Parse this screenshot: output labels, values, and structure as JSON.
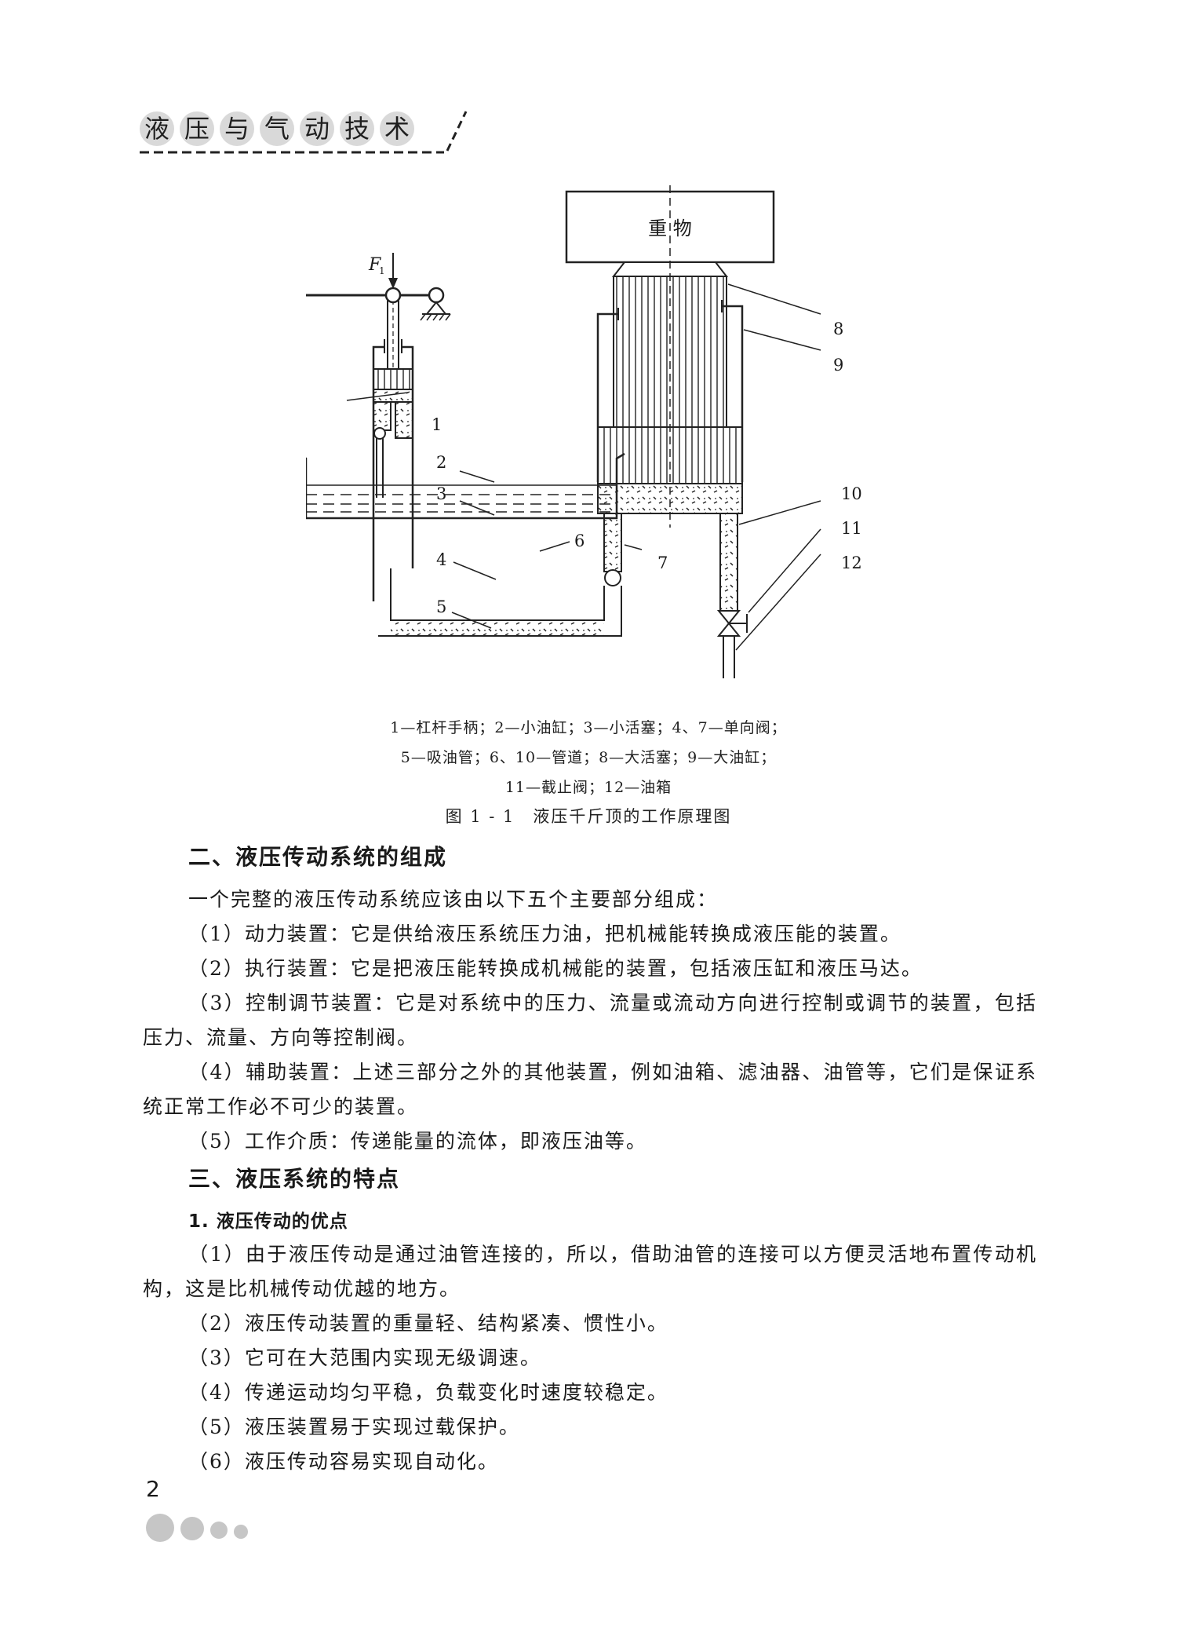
{
  "header": {
    "chars": [
      "液",
      "压",
      "与",
      "气",
      "动",
      "技",
      "术"
    ]
  },
  "figure": {
    "weight_label": "重    物",
    "force_label": "F",
    "force1_label": "F",
    "force1_sub": "1",
    "callouts": [
      "1",
      "2",
      "3",
      "4",
      "5",
      "6",
      "7",
      "8",
      "9",
      "10",
      "11",
      "12"
    ],
    "legend_lines": [
      "1—杠杆手柄；2—小油缸；3—小活塞；4、7—单向阀；",
      "5—吸油管；6、10—管道；8—大活塞；9—大油缸；",
      "11—截止阀；12—油箱"
    ],
    "caption": "图 1 - 1　液压千斤顶的工作原理图"
  },
  "section2": {
    "title": "二、液压传动系统的组成",
    "intro": "一个完整的液压传动系统应该由以下五个主要部分组成：",
    "items": [
      "（1）动力装置：它是供给液压系统压力油，把机械能转换成液压能的装置。",
      "（2）执行装置：它是把液压能转换成机械能的装置，包括液压缸和液压马达。",
      "（3）控制调节装置：它是对系统中的压力、流量或流动方向进行控制或调节的装置，包括压力、流量、方向等控制阀。",
      "（4）辅助装置：上述三部分之外的其他装置，例如油箱、滤油器、油管等，它们是保证系统正常工作必不可少的装置。",
      "（5）工作介质：传递能量的流体，即液压油等。"
    ]
  },
  "section3": {
    "title": "三、液压系统的特点",
    "subtitle": "1. 液压传动的优点",
    "items": [
      "（1）由于液压传动是通过油管连接的，所以，借助油管的连接可以方便灵活地布置传动机构，这是比机械传动优越的地方。",
      "（2）液压传动装置的重量轻、结构紧凑、惯性小。",
      "（3）它可在大范围内实现无级调速。",
      "（4）传递运动均匀平稳，负载变化时速度较稳定。",
      "（5）液压装置易于实现过载保护。",
      "（6）液压传动容易实现自动化。"
    ]
  },
  "footer": {
    "page_number": "2"
  }
}
